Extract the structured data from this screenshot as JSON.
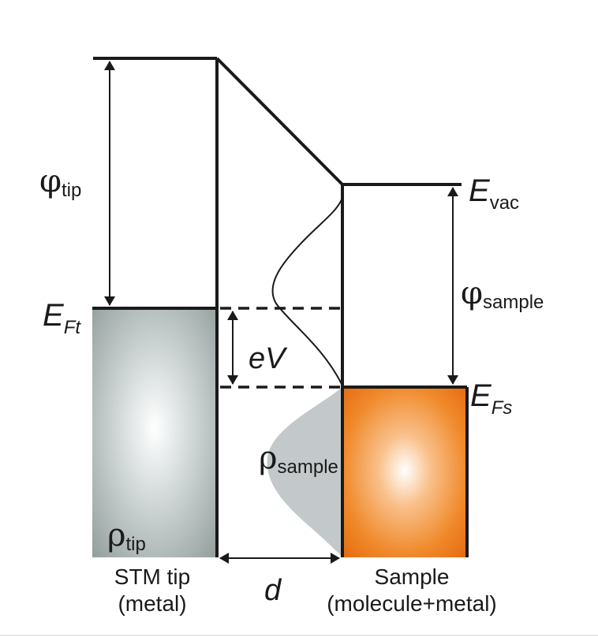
{
  "symbols": {
    "phi": "φ",
    "rho": "ρ",
    "E": "E"
  },
  "labels": {
    "phi_tip_sub": "tip",
    "phi_sample_sub": "sample",
    "evac_sub": "vac",
    "eft_sub": "Ft",
    "efs_sub": "Fs",
    "ev": "eV",
    "rho_sample_sub": "sample",
    "rho_tip_sub": "tip",
    "d": "d"
  },
  "captions": {
    "tip_line1": "STM tip",
    "tip_line2": "(metal)",
    "sample_line1": "Sample",
    "sample_line2": "(molecule+metal)"
  },
  "colors": {
    "tip_fill": "#9eaaa8",
    "sample_fill": "#ef7a1e",
    "sample_dos": "#c3c9ca",
    "line": "#1a1a1a"
  }
}
